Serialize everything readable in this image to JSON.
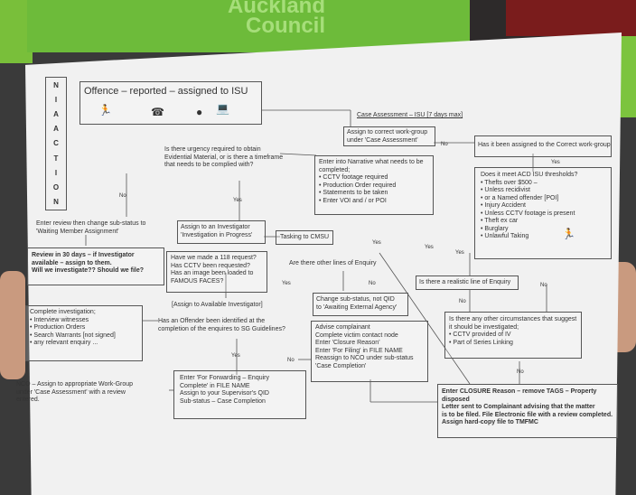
{
  "photo_elements": {
    "banner_text": "Auckland\nCouncil"
  },
  "side_label": [
    "N",
    "I",
    "A",
    "A",
    "C",
    "T",
    "I",
    "O",
    "N"
  ],
  "flowchart": {
    "offence": "Offence – reported – assigned to ISU",
    "case_assessment": "Case Assessment – ISU [7 days max]",
    "assign_correct": "Assign to correct work-group\nunder 'Case Assessment'",
    "assigned_question": "Has it been assigned to the Correct work-group",
    "urgency_question": "Is there urgency required to obtain\nEvidential Material, or is there a timeframe\nthat needs to be complied with?",
    "narrative": "Enter into Narrative what needs to be\ncompleted;\n• CCTV footage required\n• Production Order required\n• Statements to be taken\n• Enter VOI and / or POI",
    "thresholds": "Does it meet ACD ISU thresholds?\n• Thefts over $500 –\n    • Unless recidivist\n    • or a Named offender [POI]\n• Injury Accident\n    • Unless CCTV footage is present\n• Theft ex car\n• Burglary\n• Unlawful Taking",
    "review_waiting": "Enter review then change sub-status to\n'Waiting Member Assignment'",
    "assign_investigator": "Assign to an Investigator\n'Investigation in Progress'",
    "tasking": "Tasking to CMSU",
    "review_30": "Review in 30 days – if Investigator\navailable – assign to them.\nWill we investigate?? Should we file?",
    "checks": "Have we made a 118 request?\nHas CCTV been requested?\nHas an image been loaded to\nFAMOUS FACES?",
    "other_lines": "Are there other lines of Enquiry",
    "realistic": "Is there a realistic line of Enquiry",
    "assign_available": "[Assign to Available Investigator]",
    "change_substatus": "Change sub-status, not QID\nto 'Awaiting External Agency'",
    "complete_investigation": "Complete investigation;\n• Interview witnesses\n• Production Orders\n• Search Warrants [not signed]\n• any relevant enquiry ...",
    "offender_identified": "Has an Offender been identified at the\ncompletion of the enquires to SG Guidelines?",
    "advise": "Advise complainant\nComplete victim contact node\nEnter 'Closure Reason'\nEnter 'For Filing' in FILE NAME\nReassign to NCO under sub-status\n'Case Completion'",
    "other_circumstances": "Is there any other circumstances that suggest\nit should be investigated;\n• CCTV provided of IV\n• Part of Series Linking",
    "nco": "NCO – Assign to appropriate Work-Group\nunder 'Case Assessment' with a review\nentered.",
    "forwarding": "Enter 'For Forwarding – Enquiry\nComplete' in FILE NAME\nAssign to your Supervisor's QID\nSub-status – Case Completion",
    "closure": "Enter CLOSURE Reason – remove TAGS – Property disposed\nLetter sent to Complainant advising that the matter\nis to be filed. File Electronic file with a review completed.\nAssign hard-copy file to TMFMC"
  },
  "answers": {
    "no": "No",
    "yes": "Yes"
  }
}
